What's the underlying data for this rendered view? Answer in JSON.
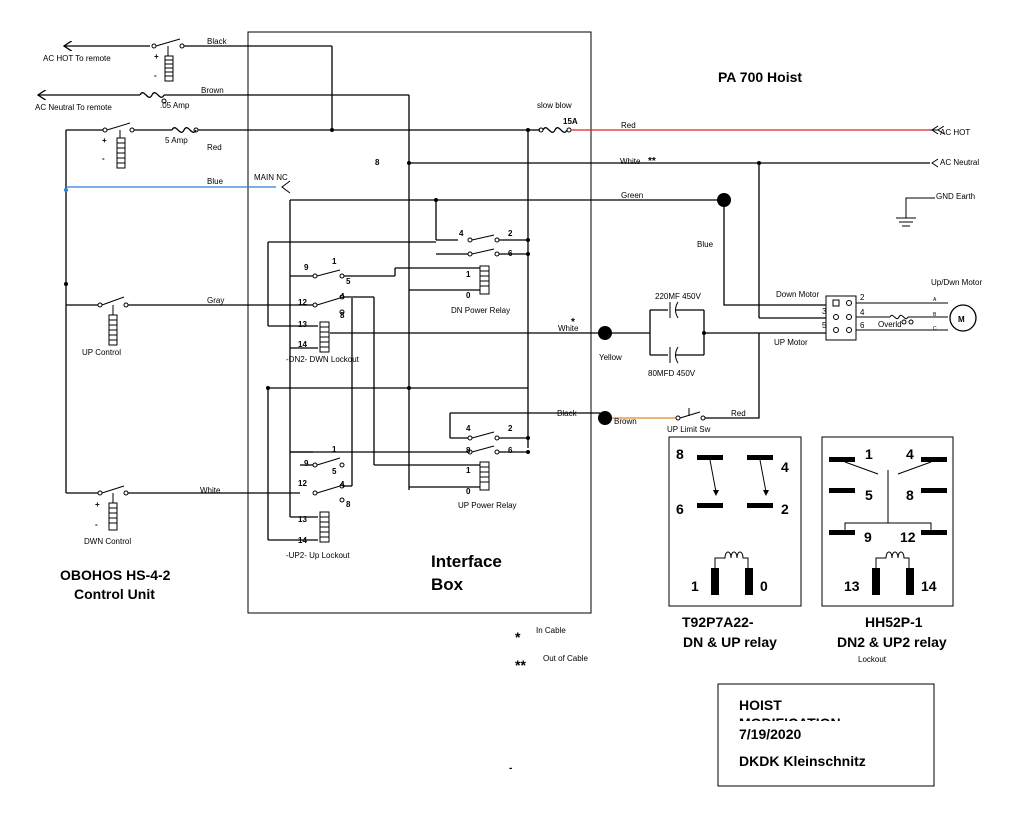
{
  "title": "PA 700 Hoist",
  "control_unit": {
    "line1": "OBOHOS  HS-4-2",
    "line2": "Control Unit"
  },
  "interface_box": {
    "line1": "Interface",
    "line2": "Box"
  },
  "left_labels": {
    "ac_hot_remote": "AC HOT To remote",
    "ac_neutral_remote": "AC Neutral To remote",
    "fuse_05": ".05 Amp",
    "fuse_5": "5 Amp",
    "up_control": "UP Control",
    "dwn_control": "DWN Control",
    "plus": "+",
    "minus": "-"
  },
  "wire_labels": {
    "black_top": "Black",
    "brown_top": "Brown",
    "red_left": "Red",
    "blue": "Blue",
    "main_nc": "MAIN NC",
    "gray": "Gray",
    "white_left": "White",
    "slow_blow": "slow blow",
    "fuse_15a": "15A",
    "red_right": "Red",
    "white_right": "White",
    "double_star": "**",
    "green": "Green",
    "blue_right": "Blue",
    "white_mid": "White",
    "star": "*",
    "yellow": "Yellow",
    "black_mid": "Black",
    "brown_mid": "Brown",
    "red_limit": "Red",
    "eight": "8"
  },
  "right_labels": {
    "ac_hot": "AC HOT",
    "ac_neutral": "AC Neutral",
    "gnd_earth": "GND Earth",
    "updwn_motor": "Up/Dwn Motor",
    "motor_m": "M",
    "down_motor": "Down Motor",
    "up_motor": "UP  Motor",
    "overld": "Overld",
    "cap1": "220MF 450V",
    "cap2": "80MFD 450V",
    "up_limit": "UP Limit Sw",
    "ta": "A",
    "tb": "B",
    "tc": "C"
  },
  "terminal_nums": {
    "t2": "2",
    "t3": "3",
    "t4": "4",
    "t5": "5",
    "t6": "6"
  },
  "relays": {
    "dn_power": "DN Power Relay",
    "up_power": "UP Power Relay",
    "dn2_lockout": "-DN2- DWN Lockout",
    "up2_lockout": "-UP2- Up Lockout",
    "dn_pins": {
      "p4": "4",
      "p2": "2",
      "p6": "6",
      "p1": "1",
      "p0": "0"
    },
    "up_pins": {
      "p4": "4",
      "p2": "2",
      "p8": "8",
      "p6": "6",
      "p1": "1",
      "p0": "0"
    },
    "dn2_pins": {
      "p9": "9",
      "p1": "1",
      "p5": "5",
      "p12": "12",
      "p4": "4",
      "p8": "8",
      "p13": "13",
      "p14": "14"
    },
    "up2_pins": {
      "p1": "1",
      "p9": "9",
      "p5": "5",
      "p12": "12",
      "p4": "4",
      "p8": "8",
      "p13": "13",
      "p14": "14"
    }
  },
  "relay_diagrams": {
    "left": {
      "n8": "8",
      "n4": "4",
      "n6": "6",
      "n2": "2",
      "n1": "1",
      "n0": "0",
      "model": "T92P7A22-",
      "desc": "DN & UP relay"
    },
    "right": {
      "n1": "1",
      "n4": "4",
      "n5": "5",
      "n8": "8",
      "n9": "9",
      "n12": "12",
      "n13": "13",
      "n14": "14",
      "model": "HH52P-1",
      "desc": "DN2 & UP2 relay",
      "sub": "Lockout"
    }
  },
  "legend": {
    "star": "*",
    "in_cable": "In Cable",
    "double_star": "**",
    "out_cable": "Out of Cable"
  },
  "info_box": {
    "title": "HOIST",
    "subtitle": "MODIFICATION",
    "date": "7/19/2020",
    "author": "DKDK Kleinschnitz"
  },
  "dash": "-",
  "colors": {
    "red_wire": "#e02020",
    "blue_wire": "#2a7fd4",
    "orange_wire": "#e08a2a",
    "wire": "#000000"
  }
}
